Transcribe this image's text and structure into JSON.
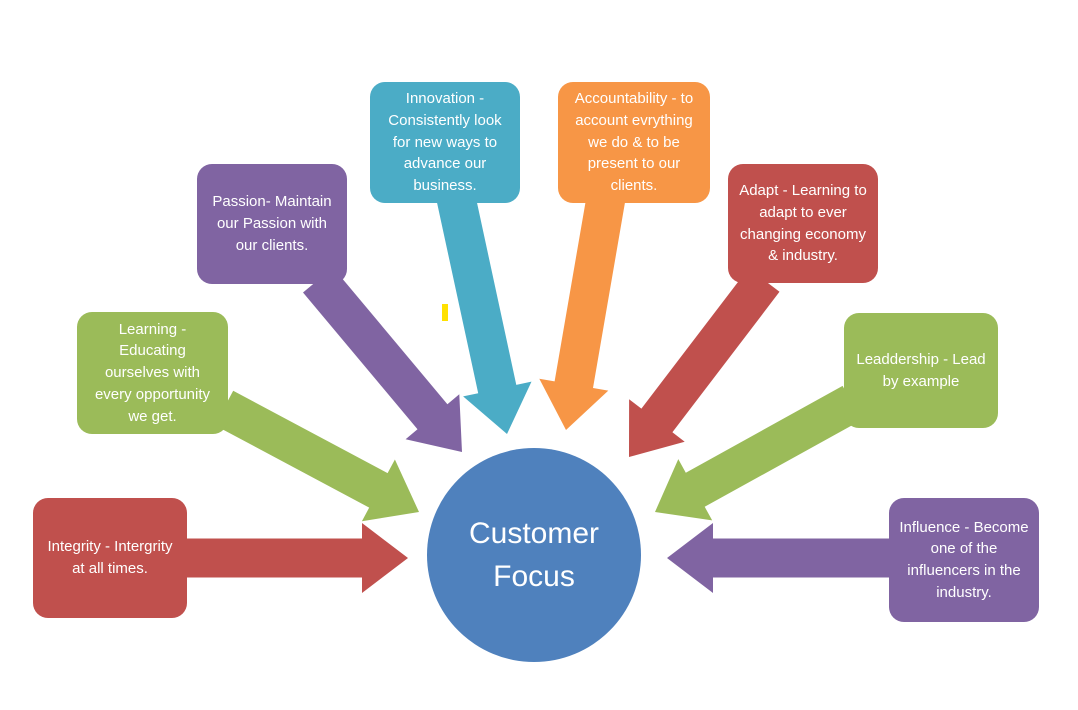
{
  "background": "#FFFFFF",
  "text_color": "#FFFFFF",
  "center": {
    "label": "Customer Focus",
    "color": "#4F81BD"
  },
  "items": [
    {
      "id": "integrity",
      "text": "Integrity - Intergrity at all times.",
      "color": "#C0504D"
    },
    {
      "id": "learning",
      "text": "Learning - Educating ourselves with every opportunity we get.",
      "color": "#9BBB59"
    },
    {
      "id": "passion",
      "text": "Passion- Maintain our Passion with our clients.",
      "color": "#8064A2"
    },
    {
      "id": "innovation",
      "text": "Innovation - Consistently look for new ways to advance our business.",
      "color": "#4BACC6"
    },
    {
      "id": "accountability",
      "text": "Accountability - to account evrything we do & to be present to our clients.",
      "color": "#F79646"
    },
    {
      "id": "adapt",
      "text": "Adapt - Learning to adapt to ever changing economy & industry.",
      "color": "#C0504D"
    },
    {
      "id": "leaddership",
      "text": "Leaddership - Lead by example",
      "color": "#9BBB59"
    },
    {
      "id": "influence",
      "text": "Influence - Become one of the influencers in the industry.",
      "color": "#8064A2"
    }
  ],
  "artifact": {
    "color": "#FFE100"
  }
}
